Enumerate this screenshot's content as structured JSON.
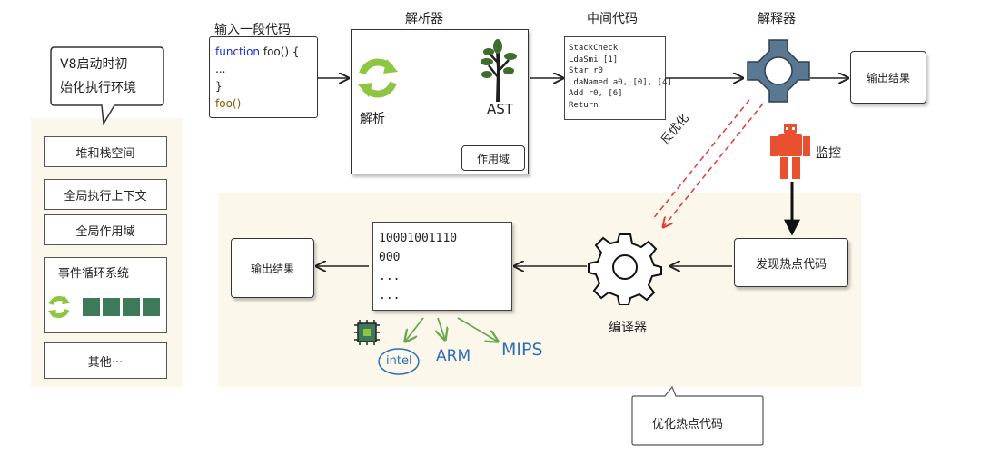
{
  "bubble": {
    "line1": "V8启动时初",
    "line2": "始化执行环境"
  },
  "left_panel": {
    "items": [
      "堆和栈空间",
      "全局执行上下文",
      "全局作用域"
    ],
    "event_loop": "事件循环系统",
    "other": "其他···"
  },
  "source": {
    "title": "输入一段代码",
    "lines": [
      {
        "kw": "function",
        "rest": " foo() {"
      },
      {
        "kw": "",
        "rest": "..."
      },
      {
        "kw": "",
        "rest": "}"
      },
      {
        "kw": "",
        "rest": "foo()"
      }
    ]
  },
  "parser": {
    "title": "解析器",
    "parse_label": "解析",
    "ast_label": "AST",
    "scope_label": "作用域"
  },
  "bytecode": {
    "title": "中间代码",
    "lines": [
      "StackCheck",
      "LdaSmi [1]",
      "Star r0",
      "LdaNamed a0, [0], [4]",
      "Add r0, [6]",
      "Return"
    ]
  },
  "interpreter": {
    "title": "解释器",
    "output": "输出结果",
    "monitor": "监控"
  },
  "deopt_label": "反优化",
  "hotspot": "发现热点代码",
  "compiler": {
    "title": "编译器"
  },
  "machine_code": {
    "lines": [
      "10001001110",
      "000",
      "...",
      "..."
    ]
  },
  "compiled_output": "输出结果",
  "targets": {
    "intel": "intel",
    "arm": "ARM",
    "mips": "MIPS"
  },
  "optimize_note": "优化热点代码",
  "colors": {
    "gear_blue": "#5b7893",
    "robot_red": "#e85030",
    "green": "#6aa84f",
    "chip_dark": "#3e7a5a",
    "deopt_red": "#e53935"
  }
}
